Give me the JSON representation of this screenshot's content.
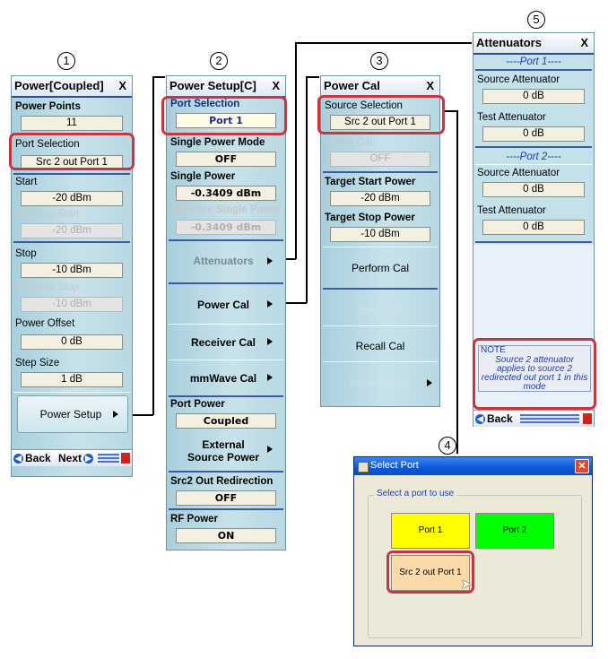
{
  "callouts": {
    "c1": "1",
    "c2": "2",
    "c3": "3",
    "c4": "4",
    "c5": "5"
  },
  "power_coupled": {
    "title": "Power[Coupled]",
    "close": "X",
    "power_points_label": "Power Points",
    "power_points_value": "11",
    "port_selection_label": "Port Selection",
    "port_selection_value": "Src 2 out Port 1",
    "start_label": "Start",
    "start_value": "-20 dBm",
    "effective_start_label": "Effective Start",
    "effective_start_value": "-20 dBm",
    "stop_label": "Stop",
    "stop_value": "-10 dBm",
    "effective_stop_label": "Effective Stop",
    "effective_stop_value": "-10 dBm",
    "power_offset_label": "Power Offset",
    "power_offset_value": "0 dB",
    "step_size_label": "Step Size",
    "step_size_value": "1 dB",
    "power_setup_button": "Power Setup",
    "back": "Back",
    "next": "Next"
  },
  "power_setup": {
    "title": "Power Setup[C]",
    "close": "X",
    "port_selection_label": "Port Selection",
    "port_selection_value": "Port 1",
    "single_power_mode_label": "Single Power Mode",
    "single_power_mode_value": "OFF",
    "single_power_label": "Single Power",
    "single_power_value": "-0.3409 dBm",
    "effective_single_power_label": "Effective Single Power",
    "effective_single_power_value": "-0.3409 dBm",
    "attenuators_button": "Attenuators",
    "power_cal_button": "Power Cal",
    "receiver_cal_button": "Receiver Cal",
    "mmwave_cal_button": "mmWave Cal",
    "port_power_label": "Port Power",
    "port_power_value": "Coupled",
    "external_source_power_button": "External Source Power",
    "src2_out_redirection_label": "Src2 Out Redirection",
    "src2_out_redirection_value": "OFF",
    "rf_power_label": "RF Power",
    "rf_power_value": "ON"
  },
  "power_cal": {
    "title": "Power Cal",
    "close": "X",
    "source_selection_label": "Source Selection",
    "source_selection_value": "Src 2 out Port 1",
    "power_cal_label": "Power Cal",
    "power_cal_value": "OFF",
    "target_start_power_label": "Target Start Power",
    "target_start_power_value": "-20 dBm",
    "target_stop_power_label": "Target Stop Power",
    "target_stop_power_value": "-10 dBm",
    "perform_cal_button": "Perform Cal",
    "save_cal_button": "Save Cal",
    "recall_cal_button": "Recall Cal",
    "interpolation_button": "Interpolation"
  },
  "attenuators": {
    "title": "Attenuators",
    "close": "X",
    "port1_header": "----Port 1----",
    "port1_source_label": "Source Attenuator",
    "port1_source_value": "0 dB",
    "port1_test_label": "Test Attenuator",
    "port1_test_value": "0 dB",
    "port2_header": "----Port 2----",
    "port2_source_label": "Source Attenuator",
    "port2_source_value": "0 dB",
    "port2_test_label": "Test Attenuator",
    "port2_test_value": "0 dB",
    "note_title": "NOTE",
    "note_text": "Source 2 attenuator applies to source 2 redirected out port 1 in this mode",
    "back": "Back"
  },
  "select_port": {
    "title": "Select Port",
    "group_label": "Select a port to use",
    "port1": "Port 1",
    "port2": "Port 2",
    "src2": "Src 2 out Port 1"
  },
  "colors": {
    "highlight": "#c8363f",
    "port1_yellow": "#ffff00",
    "port2_green": "#00ff00",
    "src2_peach": "#fcd9a8"
  }
}
